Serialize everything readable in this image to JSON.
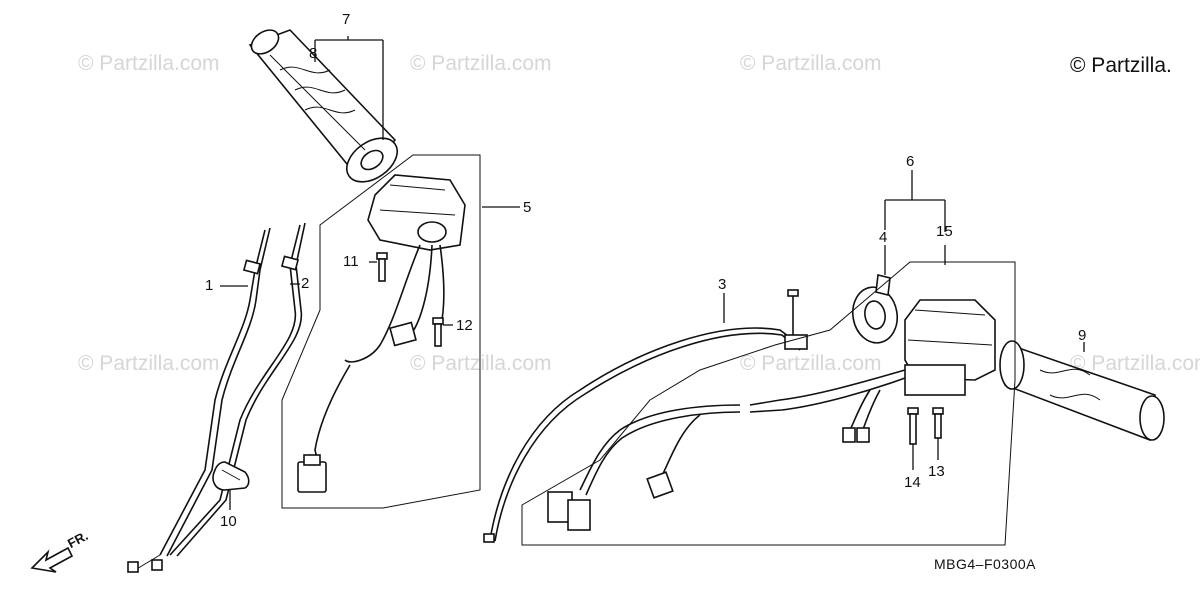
{
  "diagram": {
    "watermark_text": "© Partzilla.com",
    "copyright": "© Partzilla.",
    "drawing_code": "MBG4–F0300A",
    "direction_label": "FR.",
    "callouts": {
      "c1": "1",
      "c2": "2",
      "c3": "3",
      "c4": "4",
      "c5": "5",
      "c6": "6",
      "c7": "7",
      "c8": "8",
      "c9": "9",
      "c10": "10",
      "c11": "11",
      "c12": "12",
      "c13": "13",
      "c14": "14",
      "c15": "15"
    }
  }
}
